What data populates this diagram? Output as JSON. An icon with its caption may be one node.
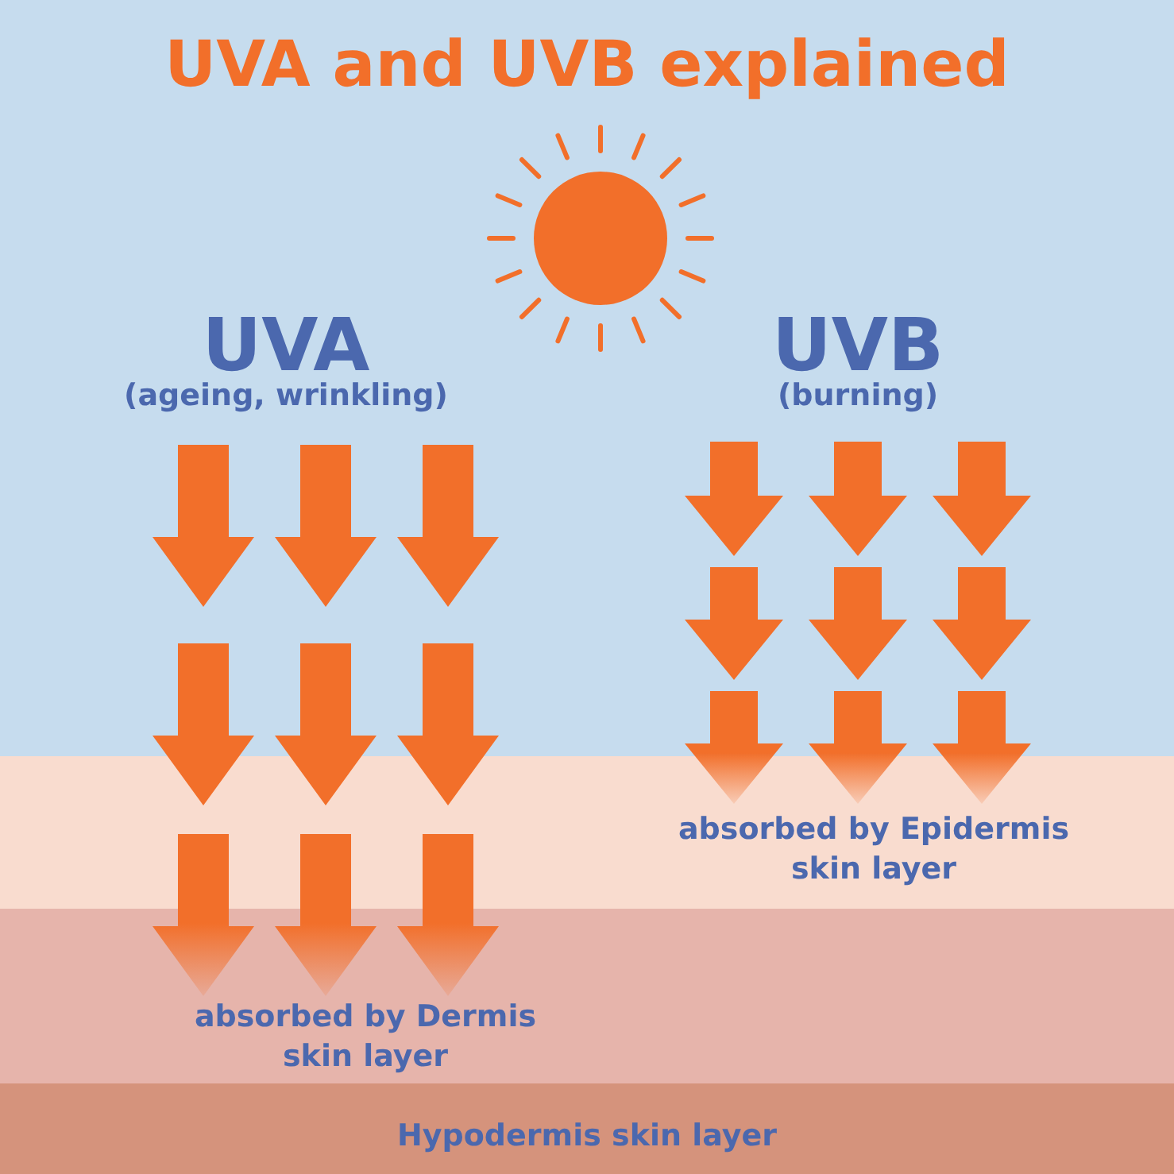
{
  "diagram": {
    "title": "UVA and UVB explained",
    "labels": [
      "UVA",
      "(ageing, wrinkling)",
      "UVB",
      "(burning)",
      "absorbed by Epidermis skin layer",
      "absorbed by Dermis skin layer",
      "Hypodermis skin layer"
    ]
  }
}
